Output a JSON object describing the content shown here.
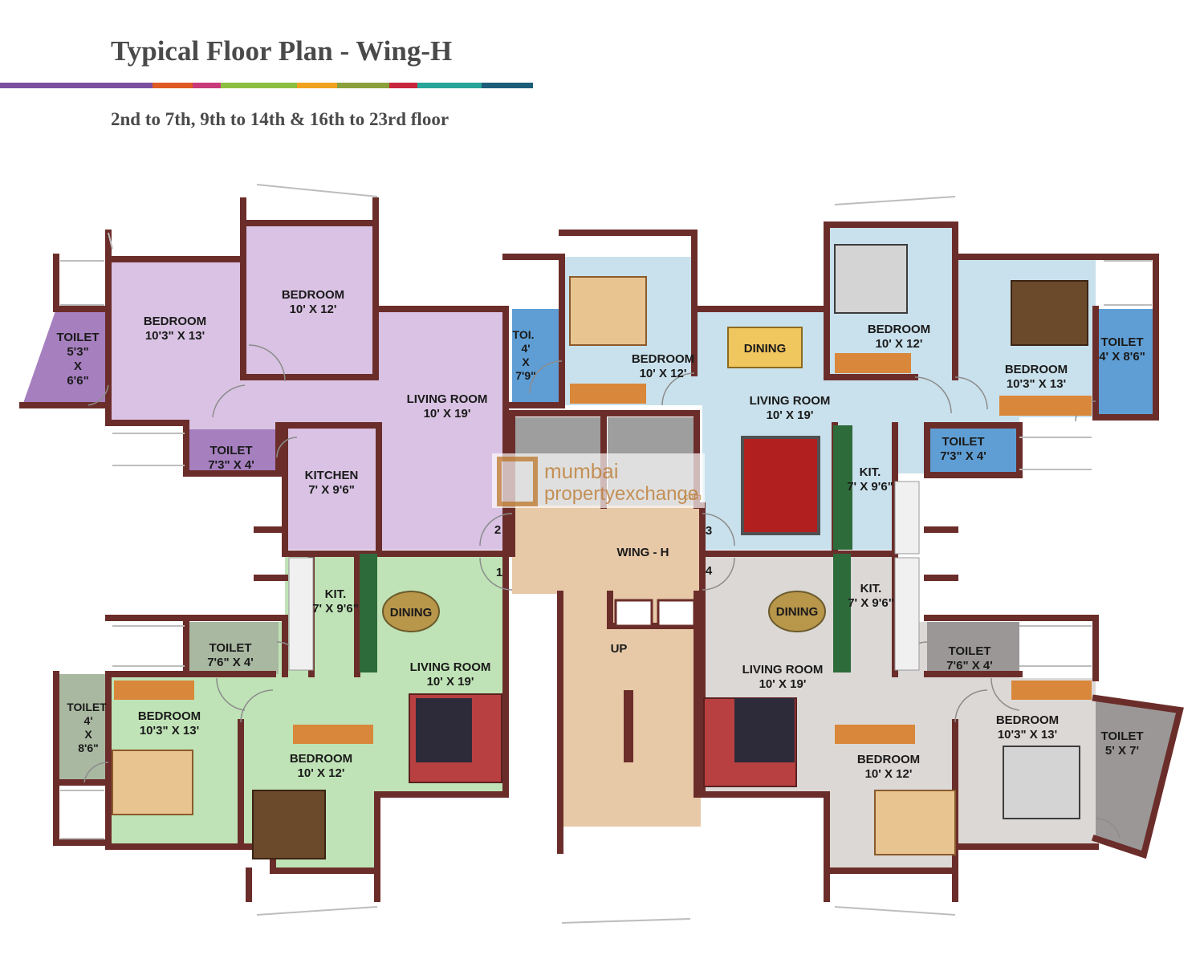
{
  "header": {
    "title": "Typical Floor Plan - Wing-H",
    "subtitle": "2nd to 7th, 9th to 14th & 16th to 23rd floor",
    "stripe_colors": [
      "#7b4fa0",
      "#e05a24",
      "#c93a7a",
      "#8cbf3f",
      "#f1a21f",
      "#8aa03a",
      "#c8243c",
      "#27a59b",
      "#1c5d7a"
    ]
  },
  "colors": {
    "wall": "#6b2d2a",
    "flat_top_left": "#d9c2e3",
    "flat_top_left_toilet": "#a67fbf",
    "flat_top_right": "#c9e1ec",
    "flat_top_right_toilet": "#5f9ed4",
    "flat_bottom_left": "#bfe3b6",
    "flat_bottom_left_toilet": "#a9b8a1",
    "flat_bottom_right": "#dcd8d6",
    "flat_bottom_right_toilet": "#9a9796",
    "lobby": "#e7c9a8",
    "lift": "#9e9e9e"
  },
  "rooms": {
    "tl_toilet": [
      "TOILET",
      "5'3\"",
      "X",
      "6'6\""
    ],
    "tl_bedroom1": [
      "BEDROOM",
      "10'3\" X 13'"
    ],
    "tl_bedroom2": [
      "BEDROOM",
      "10' X 12'"
    ],
    "tl_living": [
      "LIVING ROOM",
      "10' X 19'"
    ],
    "tl_toilet2": [
      "TOILET",
      "7'3\" X 4'"
    ],
    "tl_kitchen": [
      "KITCHEN",
      "7' X 9'6\""
    ],
    "tr_toi": [
      "TOI.",
      "4'",
      "X",
      "7'9\""
    ],
    "tr_bedroom_a": [
      "BEDROOM",
      "10' X 12'"
    ],
    "tr_dining": [
      "DINING"
    ],
    "tr_bedroom_b": [
      "BEDROOM",
      "10' X 12'"
    ],
    "tr_bedroom_c": [
      "BEDROOM",
      "10'3\" X 13'"
    ],
    "tr_toilet_right": [
      "TOILET",
      "4' X 8'6\""
    ],
    "tr_living": [
      "LIVING ROOM",
      "10' X 19'"
    ],
    "tr_kit": [
      "KIT.",
      "7' X 9'6\""
    ],
    "tr_toilet_bottom": [
      "TOILET",
      "7'3\" X 4'"
    ],
    "bl_kit": [
      "KIT.",
      "7' X 9'6\""
    ],
    "bl_dining": [
      "DINING"
    ],
    "bl_toilet": [
      "TOILET",
      "7'6\" X 4'"
    ],
    "bl_living": [
      "LIVING ROOM",
      "10' X 19'"
    ],
    "bl_toilet_left": [
      "TOILET",
      "4'",
      "X",
      "8'6\""
    ],
    "bl_bedroom1": [
      "BEDROOM",
      "10'3\" X 13'"
    ],
    "bl_bedroom2": [
      "BEDROOM",
      "10' X 12'"
    ],
    "br_dining": [
      "DINING"
    ],
    "br_kit": [
      "KIT.",
      "7' X 9'6\""
    ],
    "br_living": [
      "LIVING ROOM",
      "10' X 19'"
    ],
    "br_toilet": [
      "TOILET",
      "7'6\" X 4'"
    ],
    "br_bedroom1": [
      "BEDROOM",
      "10'3\" X 13'"
    ],
    "br_toilet_right": [
      "TOILET",
      "5' X 7'"
    ],
    "br_bedroom2": [
      "BEDROOM",
      "10' X 12'"
    ],
    "wing": [
      "WING - H"
    ],
    "up": [
      "UP"
    ]
  },
  "door_numbers": [
    "1",
    "2",
    "3",
    "4"
  ],
  "watermark": {
    "line1": "mumbai",
    "line2": "propertyexchange",
    "line3": ".com"
  }
}
